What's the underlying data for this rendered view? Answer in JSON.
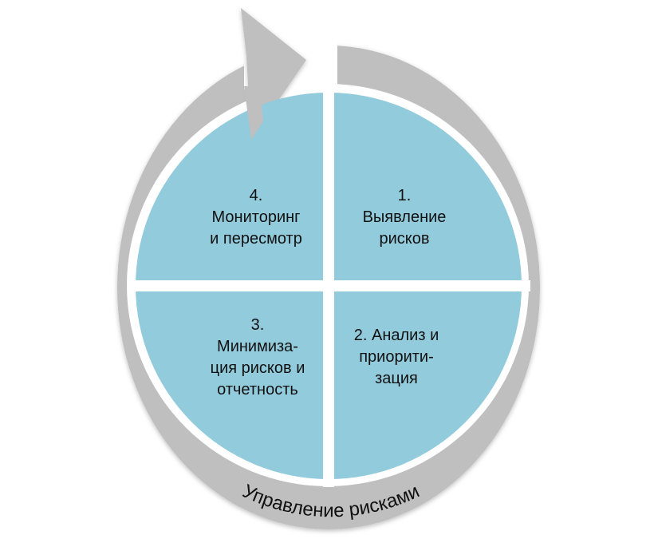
{
  "title": "Управление рисками",
  "quadrants": [
    {
      "number": "1.",
      "label": "Выявление рисков"
    },
    {
      "number": "2.",
      "label": "2. Анализ и приорити-зация"
    },
    {
      "number": "3.",
      "label": "Минимиза-ция рисков и отчетность"
    },
    {
      "number": "4.",
      "label": "Мониторинг и пересмотр"
    }
  ],
  "lines": {
    "q1": [
      "1.",
      "Выявление",
      "рисков"
    ],
    "q2": [
      "2. Анализ и",
      "приорити-",
      "зация"
    ],
    "q3": [
      "3.",
      "Минимиза-",
      "ция рисков и",
      "отчетность"
    ],
    "q4": [
      "4.",
      "Мониторинг",
      "и пересмотр"
    ]
  },
  "colors": {
    "ring": "#bfbfbf",
    "quadrant": "#92cbdc",
    "text": "#111111"
  }
}
